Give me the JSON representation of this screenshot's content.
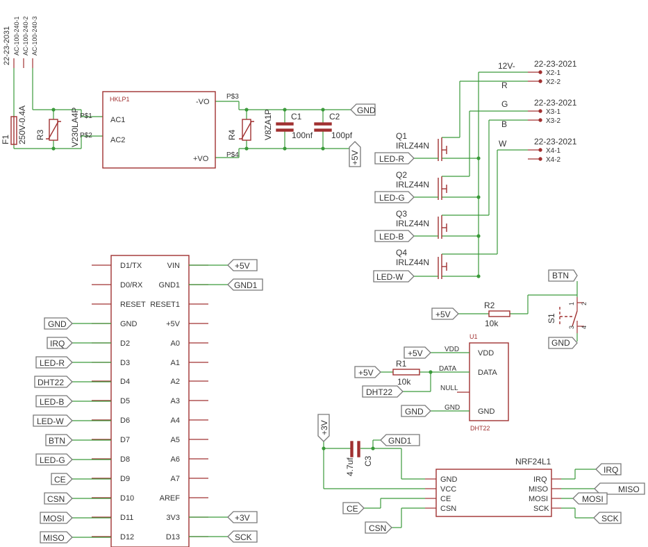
{
  "connectors_top": [
    "22-23-2031",
    "AC-100-240-1",
    "AC-100-240-2",
    "AC-100-240-3"
  ],
  "fuse": {
    "ref": "F1",
    "value": "250V-0.4A"
  },
  "varistors": {
    "r3": "R3",
    "r3_val": "V230LA4P",
    "r4": "R4",
    "r4_val": "V8ZA1P"
  },
  "psu": {
    "ref": "HKLP1",
    "ac1": "AC1",
    "ac2": "AC2",
    "vo_neg": "-VO",
    "vo_pos": "+VO",
    "p1": "P$1",
    "p2": "P$2",
    "p3": "P$3",
    "p4": "P$4"
  },
  "caps": {
    "c1": "C1",
    "c1_val": "100nf",
    "c2": "C2",
    "c2_val": "100pf",
    "c3": "C3",
    "c3_val": "4.7uf"
  },
  "nets": {
    "gnd": "GND",
    "p5v": "+5V",
    "gnd1": "GND1",
    "p3v": "+3V",
    "btn": "BTN",
    "irq": "IRQ",
    "miso": "MISO",
    "mosi": "MOSI",
    "sck": "SCK",
    "ce": "CE",
    "csn": "CSN",
    "dht22": "DHT22",
    "led_r": "LED-R",
    "led_g": "LED-G",
    "led_b": "LED-B",
    "led_w": "LED-W"
  },
  "out_connectors": {
    "part": "22-23-2021",
    "x2_1": "X2-1",
    "x2_2": "X2-2",
    "x3_1": "X3-1",
    "x3_2": "X3-2",
    "x4_1": "X4-1",
    "x4_2": "X4-2",
    "v12": "12V-",
    "r": "R",
    "g": "G",
    "b": "B",
    "w": "W"
  },
  "mosfets": {
    "q1": "Q1",
    "q2": "Q2",
    "q3": "Q3",
    "q4": "Q4",
    "part": "IRLZ44N"
  },
  "resistors": {
    "r1": "R1",
    "r1_val": "10k",
    "r2": "R2",
    "r2_val": "10k"
  },
  "switch": {
    "ref": "S1",
    "p1": "1",
    "p2": "2",
    "p3": "3",
    "p4": "4"
  },
  "dht": {
    "ref": "U1",
    "name": "DHT22",
    "vdd": "VDD",
    "data": "DATA",
    "null": "NULL",
    "gnd": "GND"
  },
  "nrf": {
    "name": "NRF24L1",
    "left": [
      "GND",
      "VCC",
      "CE",
      "CSN"
    ],
    "right": [
      "IRQ",
      "MISO",
      "MOSI",
      "SCK"
    ]
  },
  "arduino_left": [
    "D1/TX",
    "D0/RX",
    "RESET",
    "GND",
    "D2",
    "D3",
    "D4",
    "D5",
    "D6",
    "D7",
    "D8",
    "D9",
    "D10",
    "D11",
    "D12"
  ],
  "arduino_right": [
    "VIN",
    "GND1",
    "RESET1",
    "+5V",
    "A0",
    "A1",
    "A2",
    "A3",
    "A4",
    "A5",
    "A6",
    "A7",
    "AREF",
    "3V3",
    "D13"
  ]
}
